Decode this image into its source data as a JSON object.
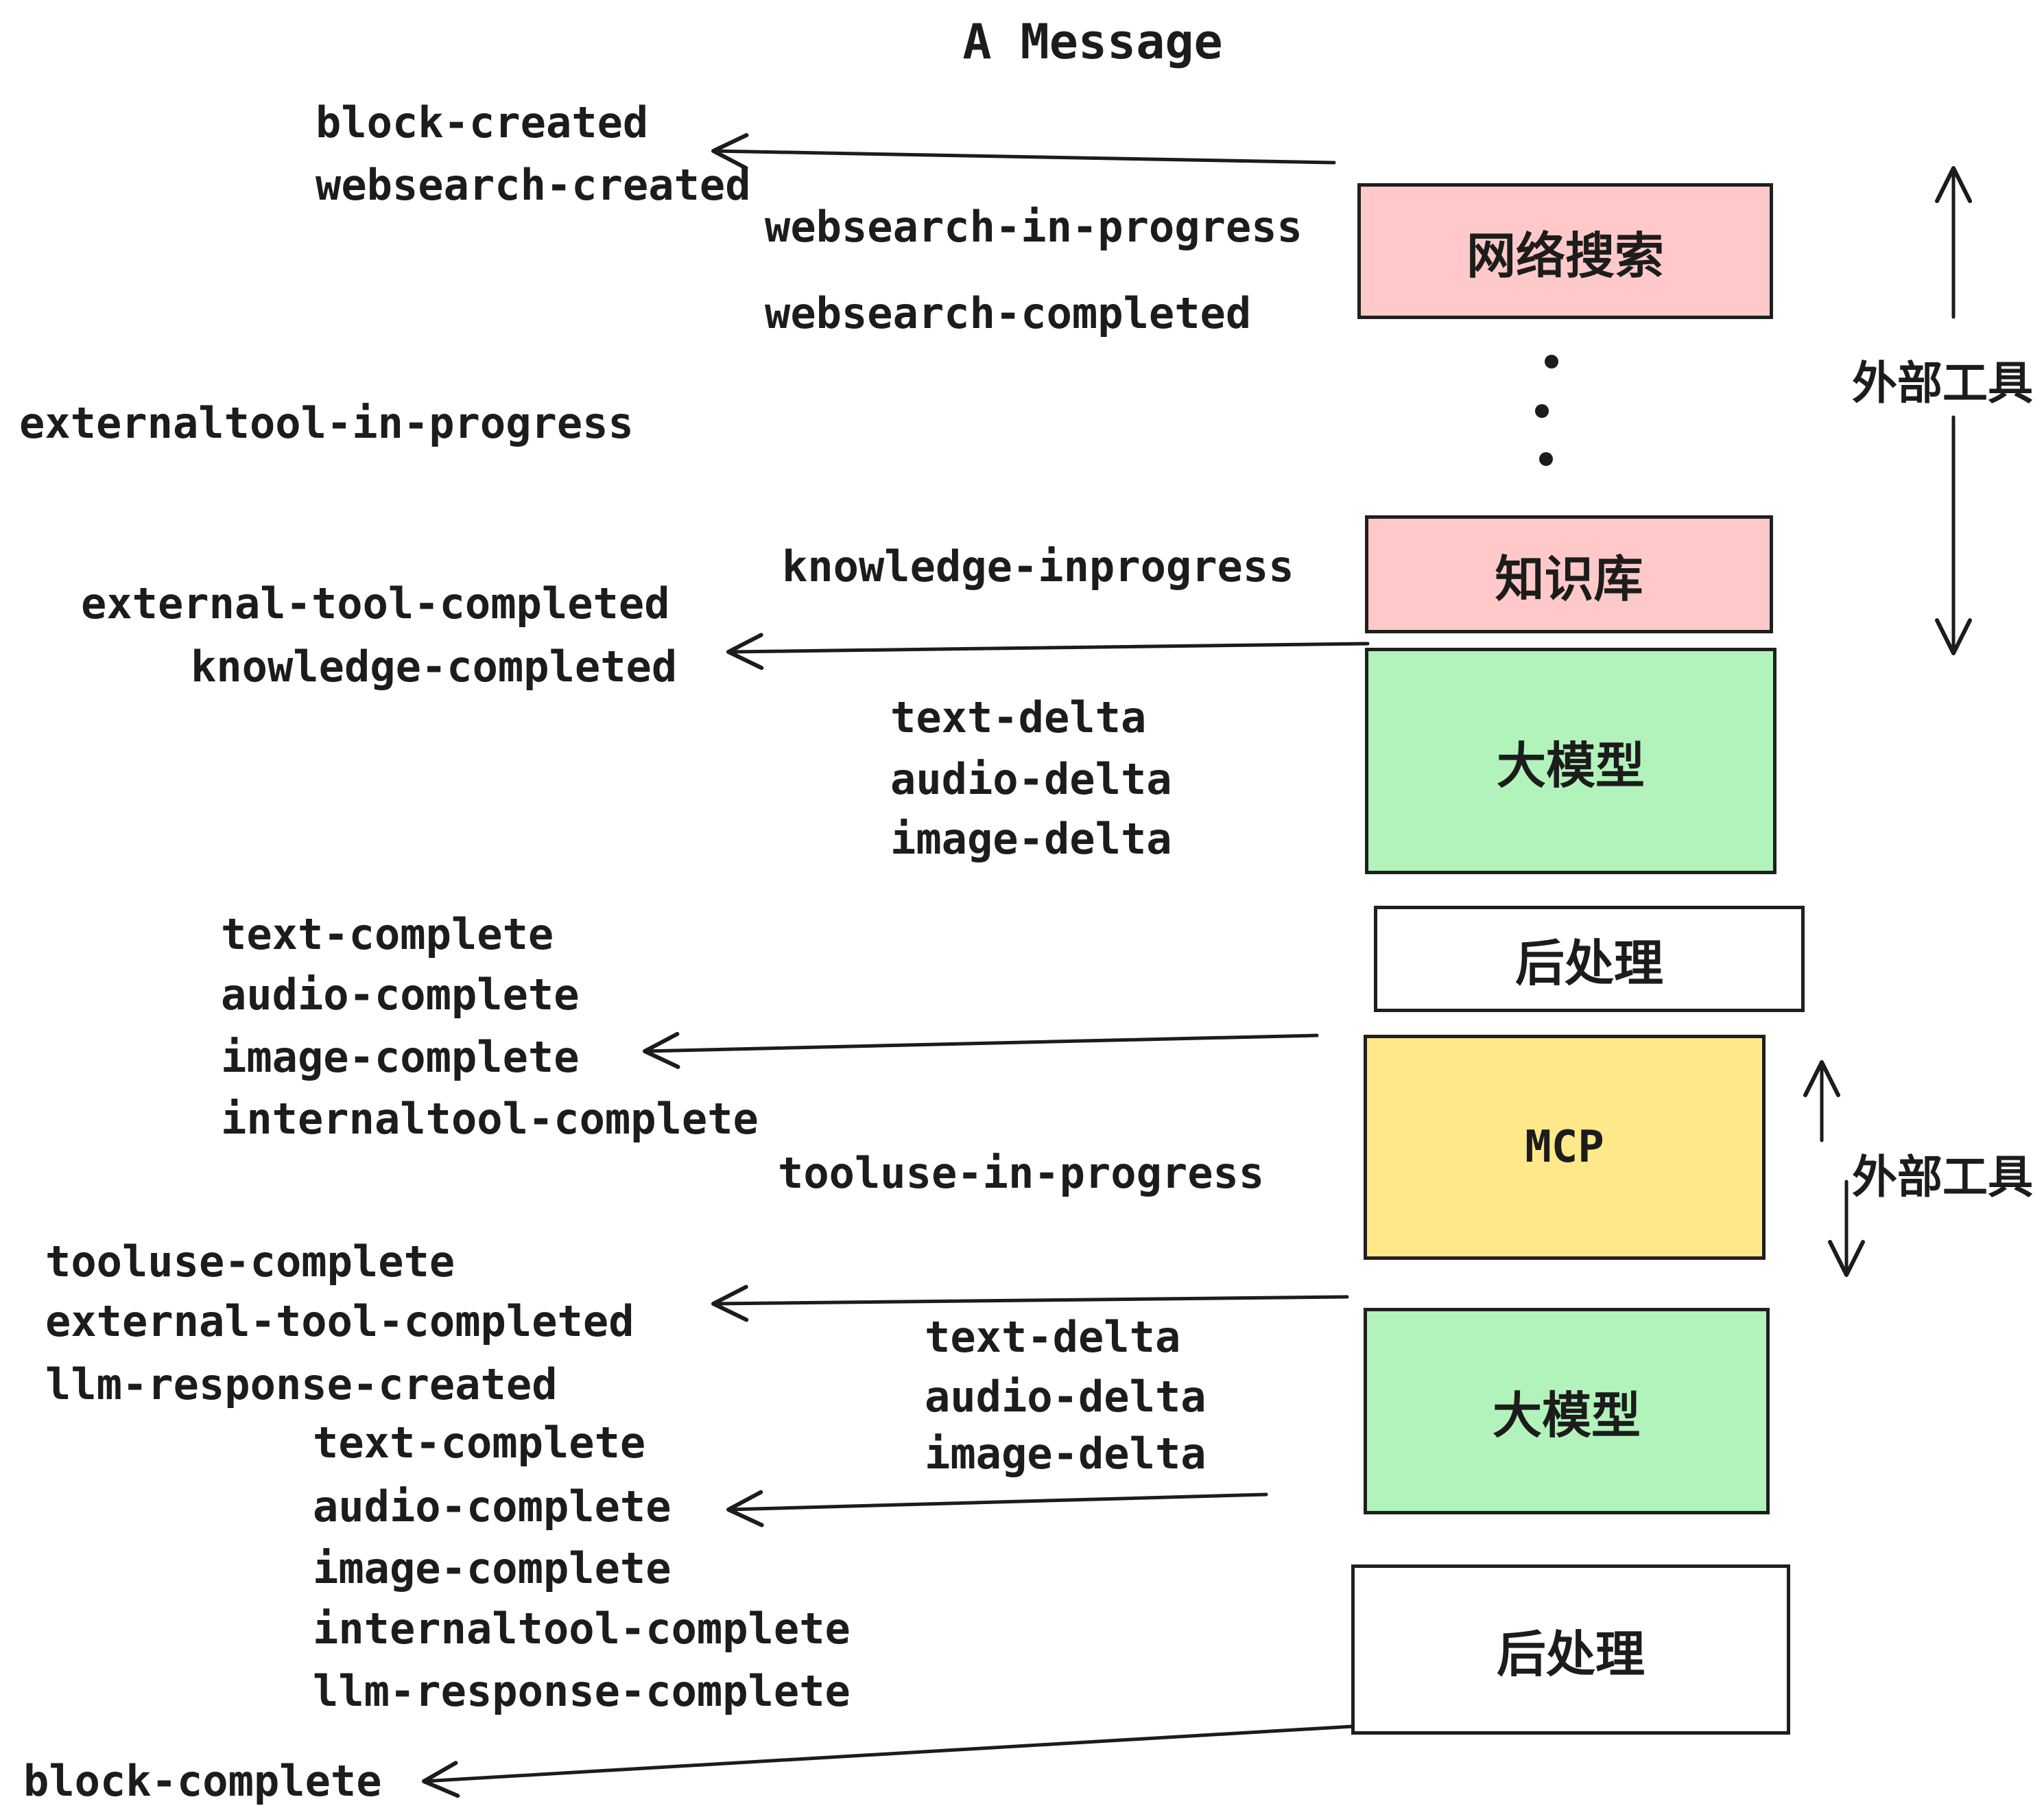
{
  "title": "A Message",
  "colors": {
    "background": "#ffffff",
    "ink": "#1c1c1c",
    "box_pink": "#ffc9c9",
    "box_green": "#b2f2bb",
    "box_yellow": "#ffe88a",
    "box_white": "#ffffff"
  },
  "boxes": {
    "websearch": "网络搜索",
    "knowledge": "知识库",
    "llm1": "大模型",
    "post1": "后处理",
    "mcp": "MCP",
    "llm2": "大模型",
    "post2": "后处理"
  },
  "side_labels": {
    "external_tools_top": "外部工具",
    "external_tools_bottom": "外部工具"
  },
  "events": {
    "block_created": "block-created",
    "websearch_created": "websearch-created",
    "websearch_in_progress": "websearch-in-progress",
    "websearch_completed": "websearch-completed",
    "externaltool_in_progress": "externaltool-in-progress",
    "knowledge_inprogress": "knowledge-inprogress",
    "external_tool_completed_1": "external-tool-completed",
    "knowledge_completed": "knowledge-completed",
    "text_delta_1": "text-delta",
    "audio_delta_1": "audio-delta",
    "image_delta_1": "image-delta",
    "text_complete_1": "text-complete",
    "audio_complete_1": "audio-complete",
    "image_complete_1": "image-complete",
    "internaltool_complete_1": "internaltool-complete",
    "tooluse_in_progress": "tooluse-in-progress",
    "tooluse_complete": "tooluse-complete",
    "external_tool_completed_2": "external-tool-completed",
    "llm_response_created": "llm-response-created",
    "text_complete_2": "text-complete",
    "audio_complete_2": "audio-complete",
    "image_complete_2": "image-complete",
    "internaltool_complete_2": "internaltool-complete",
    "llm_response_complete": "llm-response-complete",
    "text_delta_2": "text-delta",
    "audio_delta_2": "audio-delta",
    "image_delta_2": "image-delta",
    "block_complete": "block-complete"
  }
}
